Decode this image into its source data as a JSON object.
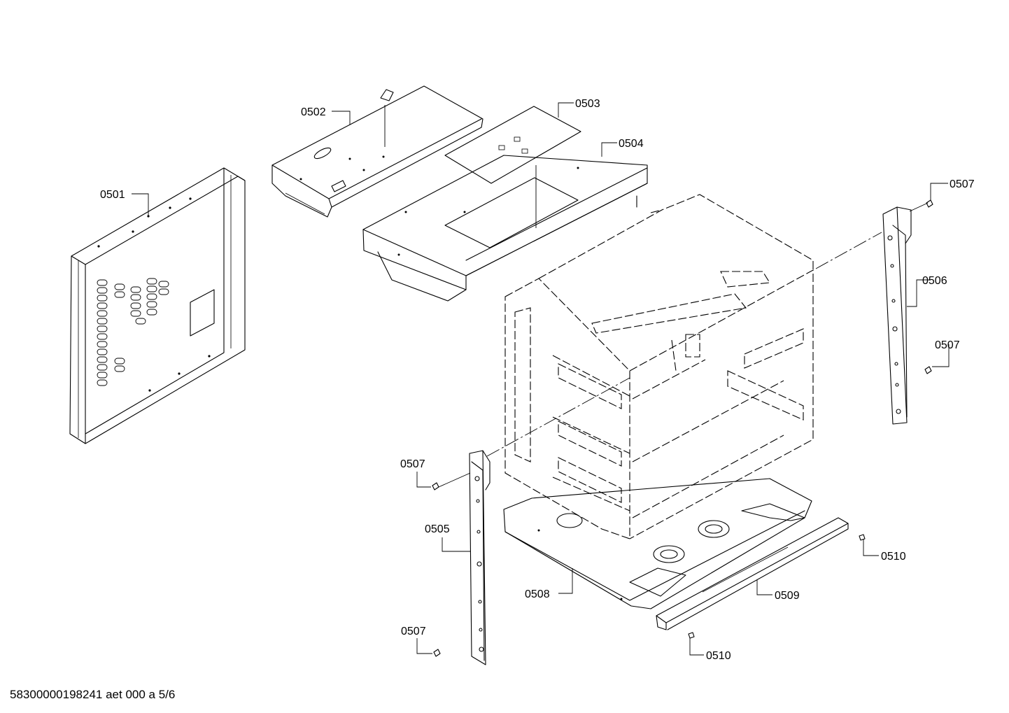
{
  "parts": {
    "p0501": "0501",
    "p0502": "0502",
    "p0503": "0503",
    "p0504": "0504",
    "p0505": "0505",
    "p0506": "0506",
    "p0507": "0507",
    "p0508": "0508",
    "p0509": "0509",
    "p0510": "0510"
  },
  "footer": {
    "document_code": "58300000198241 aet 000 a 5/6"
  }
}
